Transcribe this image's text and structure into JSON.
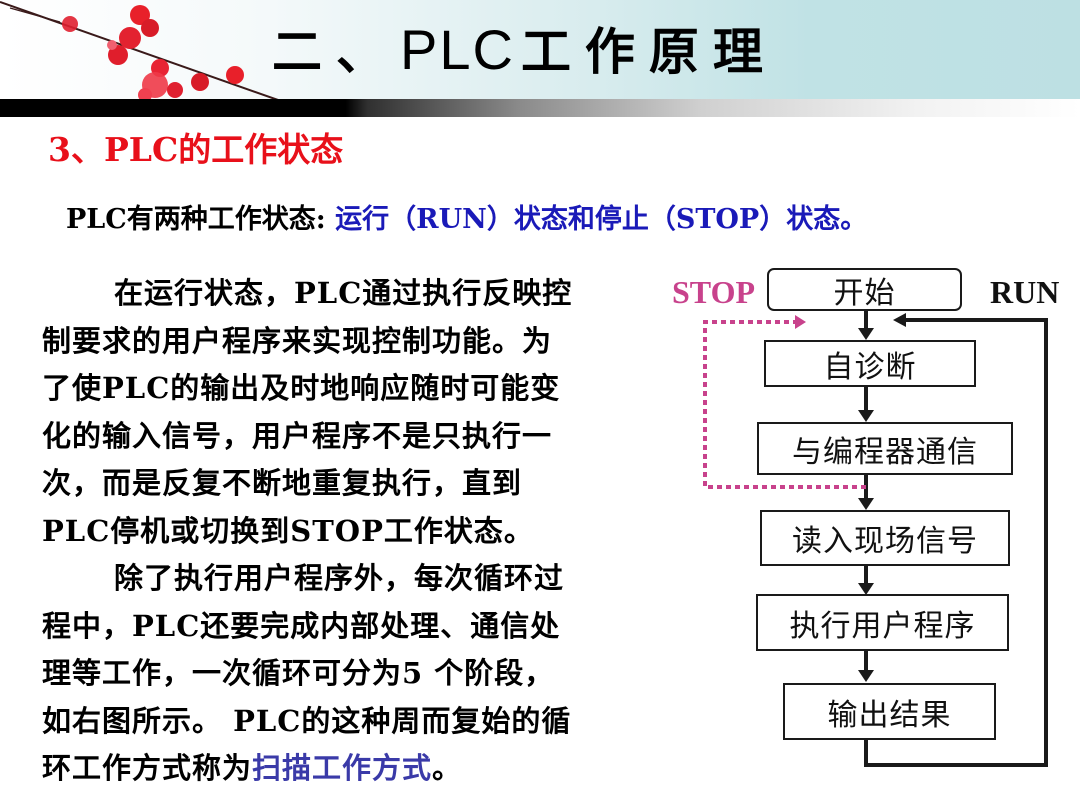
{
  "header": {
    "prefix": "二、",
    "title_latin": "PLC",
    "title_cjk": "工作原理"
  },
  "section": {
    "title": "3、PLC的工作状态"
  },
  "intro": {
    "lead": "PLC有两种工作状态: ",
    "highlight": "运行（RUN）状态和停止（STOP）状态。"
  },
  "body": {
    "lines": [
      "在运行状态，PLC通过执行反映控",
      "制要求的用户程序来实现控制功能。为",
      "了使PLC的输出及时地响应随时可能变",
      "化的输入信号，用户程序不是只执行一",
      "次，而是反复不断地重复执行，直到",
      "PLC停机或切换到STOP工作状态。",
      "除了执行用户程序外，每次循环过",
      "程中，PLC还要完成内部处理、通信处",
      "理等工作，一次循环可分为5 个阶段，",
      "如右图所示。 PLC的这种周而复始的循"
    ],
    "last_line_prefix": "环工作方式称为",
    "last_line_link": "扫描工作方式",
    "last_line_suffix": "。"
  },
  "diagram": {
    "stop_label": "STOP",
    "run_label": "RUN",
    "steps": [
      {
        "label": "开始"
      },
      {
        "label": "自诊断"
      },
      {
        "label": "与编程器通信"
      },
      {
        "label": "读入现场信号"
      },
      {
        "label": "执行用户程序"
      },
      {
        "label": "输出结果"
      }
    ],
    "colors": {
      "stop": "#c8428c",
      "run": "#111111",
      "box_border": "#1a1a1a"
    }
  },
  "colors": {
    "section_title": "#e8101a",
    "intro_highlight": "#1a1ab8",
    "link": "#3a3aa8"
  }
}
